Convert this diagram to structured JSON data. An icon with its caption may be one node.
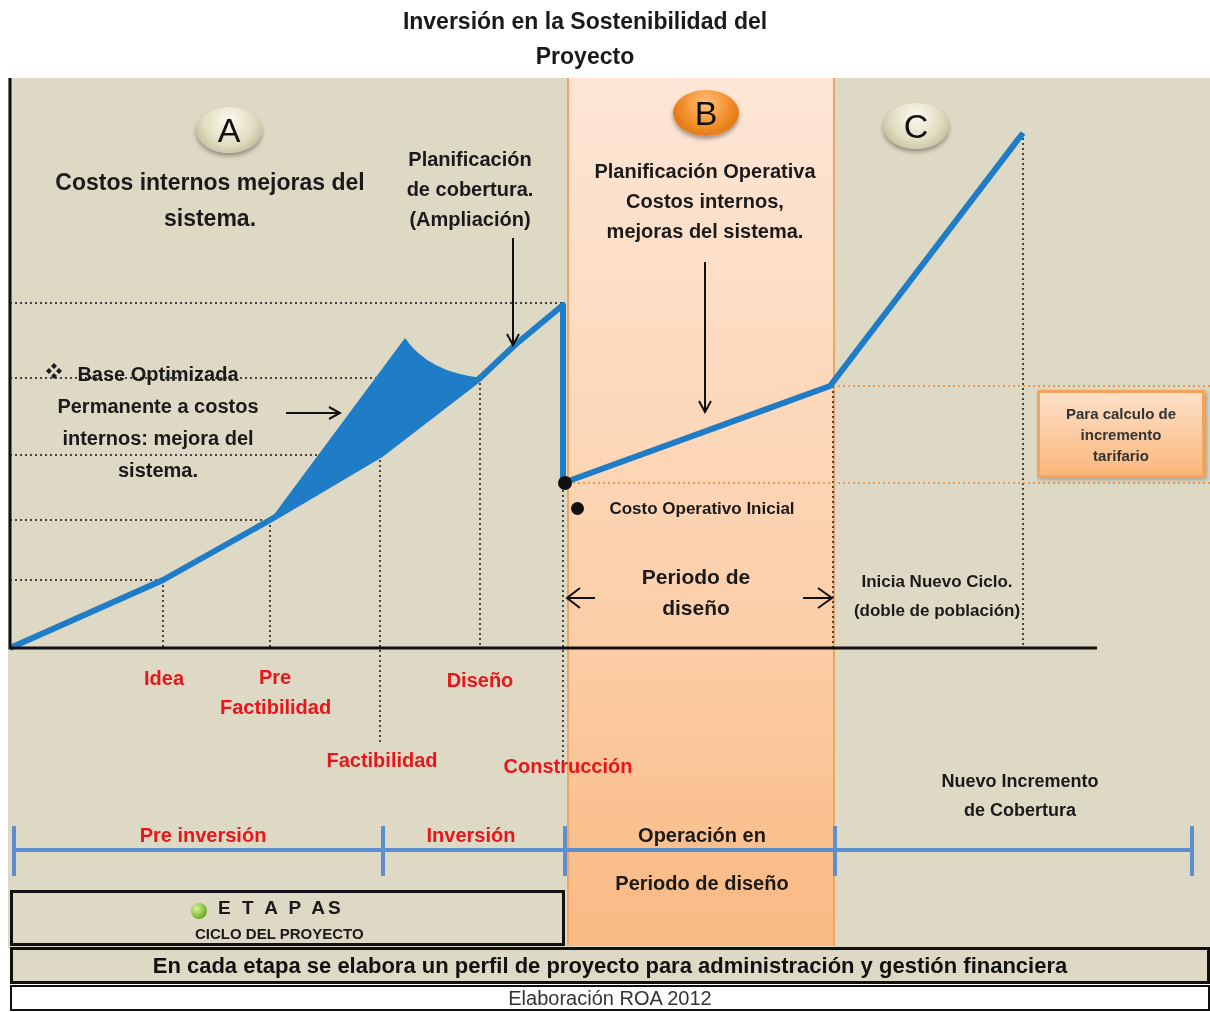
{
  "diagram": {
    "title": "Inversión en la Sostenibilidad del Proyecto",
    "nodes": [
      {
        "text": [
          "A"
        ]
      },
      {
        "text": [
          "B"
        ]
      },
      {
        "text": [
          "C"
        ]
      },
      {
        "text": [
          "Costos internos mejoras del sistema."
        ]
      },
      {
        "text": [
          "Planificación de cobertura. (Ampliación)"
        ]
      },
      {
        "text": [
          "Planificación Operativa Costos internos, mejoras del sistema."
        ]
      },
      {
        "text": [
          "Base Optimizada Permanente a costos internos: mejora del sistema."
        ]
      },
      {
        "text": [
          "Para calculo de incremento tarifario"
        ]
      },
      {
        "text": [
          "E T A P AS",
          "CICLO DEL PROYECTO"
        ]
      },
      {
        "text": [
          "En cada etapa se elabora un perfil de proyecto para administración y gestión financiera"
        ]
      }
    ],
    "edges": [
      {
        "from": 4,
        "to": null,
        "arrow": "to"
      },
      {
        "from": 6,
        "to": null,
        "arrow": "to"
      },
      {
        "from": 5,
        "to": null,
        "arrow": "to"
      }
    ],
    "labels": [
      "Costo Operativo Inicial",
      "Periodo de diseño",
      "Inicia Nuevo Ciclo. (doble de población)",
      "Idea",
      "Pre Factibilidad",
      "Diseño",
      "Factibilidad",
      "Construcción",
      "Nuevo Incremento de Cobertura",
      "Pre inversión",
      "Inversión",
      "Operación en",
      "Periodo de diseño"
    ],
    "caption": "Elaboración ROA 2012"
  }
}
